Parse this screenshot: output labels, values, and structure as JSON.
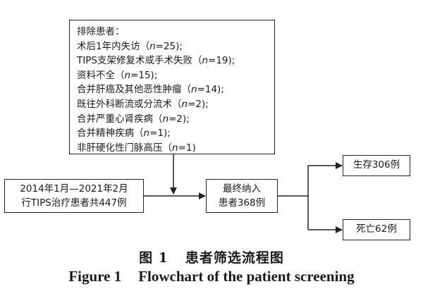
{
  "diagram": {
    "exclusion": {
      "title": "排除患者：",
      "items": [
        {
          "pre": "术后1年内失访（",
          "var": "n",
          "post": "=25);"
        },
        {
          "pre": " TIPS支架修复术或手术失败（",
          "var": "n",
          "post": "=19);"
        },
        {
          "pre": "资料不全（",
          "var": "n",
          "post": "=15);"
        },
        {
          "pre": "合并肝癌及其他恶性肿瘤（",
          "var": "n",
          "post": "=14);"
        },
        {
          "pre": "既往外科断流或分流术（",
          "var": "n",
          "post": "=2);"
        },
        {
          "pre": "合并严重心肾疾病（",
          "var": "n",
          "post": "=2);"
        },
        {
          "pre": "合并精神疾病（",
          "var": "n",
          "post": "=1);"
        },
        {
          "pre": "非肝硬化性门脉高压（",
          "var": "n",
          "post": "=1)"
        }
      ]
    },
    "source": {
      "line1": "2014年1月—2021年2月",
      "line2": "行TIPS治疗患者共447例"
    },
    "final": {
      "line1": "最终纳入",
      "line2": "患者368例"
    },
    "survive": "生存306例",
    "death": "死亡62例"
  },
  "caption": {
    "cn_label": "图 1",
    "cn_title": "患者筛选流程图",
    "en_label": "Figure 1",
    "en_title": "Flowchart of the patient screening"
  }
}
